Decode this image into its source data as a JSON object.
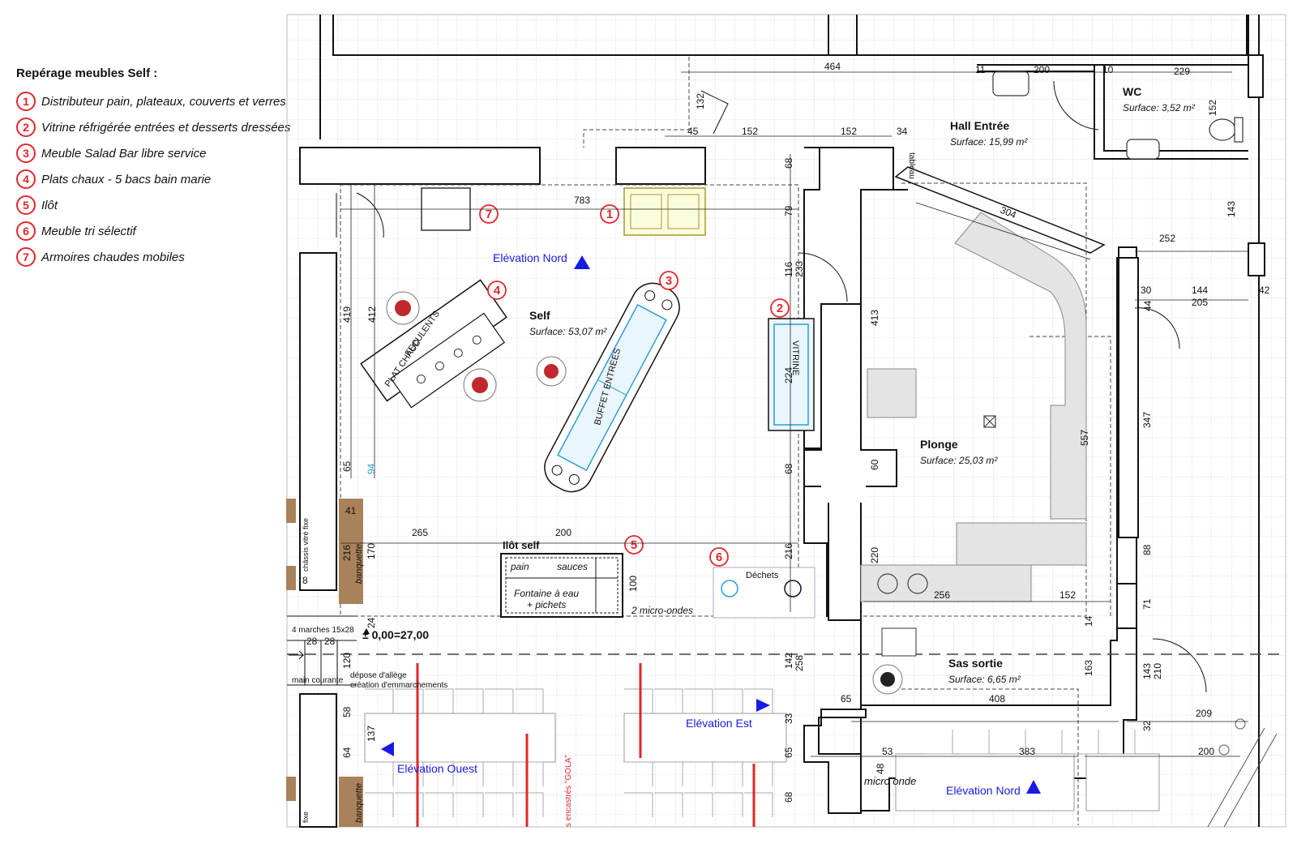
{
  "legend": {
    "title": "Repérage meubles Self :",
    "items": [
      {
        "num": "1",
        "label": "Distributeur pain, plateaux, couverts et verres"
      },
      {
        "num": "2",
        "label": "Vitrine réfrigérée entrées et desserts dressées"
      },
      {
        "num": "3",
        "label": "Meuble Salad Bar libre service"
      },
      {
        "num": "4",
        "label": "Plats chaux - 5 bacs bain marie"
      },
      {
        "num": "5",
        "label": "Ilôt"
      },
      {
        "num": "6",
        "label": "Meuble tri sélectif"
      },
      {
        "num": "7",
        "label": "Armoires chaudes mobiles"
      }
    ]
  },
  "rooms": {
    "self": {
      "name": "Self",
      "surface": "Surface: 53,07 m²"
    },
    "hall": {
      "name": "Hall Entrée",
      "surface": "Surface: 15,99 m²"
    },
    "wc": {
      "name": "WC",
      "surface": "Surface: 3,52 m²"
    },
    "plonge": {
      "name": "Plonge",
      "surface": "Surface: 25,03 m²"
    },
    "sas": {
      "name": "Sas sortie",
      "surface": "Surface: 6,65 m²"
    }
  },
  "elevations": {
    "nord": "Elévation Nord",
    "est": "Elévation Est",
    "ouest": "Elévation Ouest",
    "nord2": "Elévation Nord"
  },
  "furniture": {
    "ilot_title": "Ilôt self",
    "pain": "pain",
    "sauces": "sauces",
    "fontaine_1": "Fontaine à eau",
    "fontaine_2": "+ pichets",
    "micro_ondes": "2 micro-ondes",
    "dechets": "Déchets",
    "vitrine": "VITRINE",
    "buffet": "BUFFET ENTREES",
    "feculents": "FECULENTS",
    "plat_chaud": "PLAT CHAUD",
    "tableau": "tableau",
    "micro_onde": "micro onde",
    "banquette": "banquette",
    "chassis": "châssis vitré fixe",
    "fixe": "fixe",
    "gola": "s encastrés \"GOLA\""
  },
  "notes": {
    "level": "± 0,00=27,00",
    "marches": "4 marches 15x28",
    "main_courante": "main courante",
    "depose_1": "dépose d'allège",
    "depose_2": "création d'emmarchements"
  },
  "dimensions": {
    "d464": "464",
    "d11": "11",
    "d200a": "200",
    "d10": "10",
    "d229": "229",
    "d132": "132",
    "d45": "45",
    "d152a": "152",
    "d152b": "152",
    "d34": "34",
    "d152c": "152",
    "d68a": "68",
    "d783": "783",
    "d79": "79",
    "d304": "304",
    "d143a": "143",
    "d252": "252",
    "d116": "116",
    "d233": "233",
    "d30": "30",
    "d144": "144",
    "d42": "42",
    "d44": "44",
    "d205": "205",
    "d419": "419",
    "d412": "412",
    "d413": "413",
    "d224": "224",
    "d347": "347",
    "d557": "557",
    "d65a": "65",
    "d94": "94",
    "d68b": "68",
    "d60": "60",
    "d41": "41",
    "d265": "265",
    "d200b": "200",
    "d216a": "216",
    "d170": "170",
    "d8": "8",
    "d216b": "216",
    "d220": "220",
    "d88": "88",
    "d100": "100",
    "d256": "256",
    "d152d": "152",
    "d71": "71",
    "d24": "24",
    "d28a": "28",
    "d28b": "28",
    "d14": "14",
    "d120": "120",
    "d142": "142",
    "d258": "258",
    "d163": "163",
    "d143b": "143",
    "d210": "210",
    "d58": "58",
    "d137": "137",
    "d64": "64",
    "d65b": "65",
    "d408": "408",
    "d33": "33",
    "d65c": "65",
    "d32": "32",
    "d209": "209",
    "d53": "53",
    "d48": "48",
    "d383": "383",
    "d200c": "200",
    "d68c": "68"
  },
  "colors": {
    "red": "#e3262b",
    "blue": "#1a1ae6",
    "cyan": "#2a9fd6",
    "wood": "#a8825a"
  }
}
